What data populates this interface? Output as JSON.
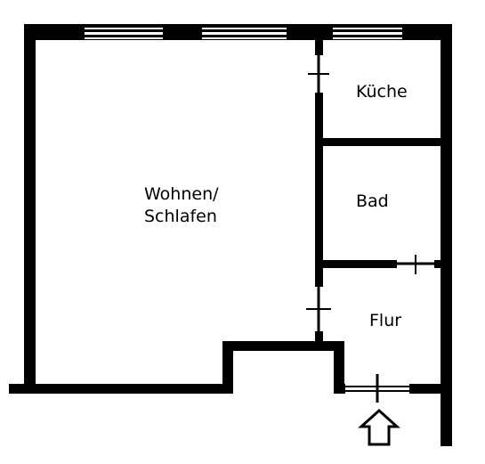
{
  "rooms": {
    "wohnen": {
      "line1": "Wohnen/",
      "line2": "Schlafen"
    },
    "kueche": {
      "label": "Küche"
    },
    "bad": {
      "label": "Bad"
    },
    "flur": {
      "label": "Flur"
    }
  },
  "colors": {
    "wall": "#000000",
    "background": "#ffffff"
  },
  "icons": {
    "entrance": "arrow-up-icon"
  }
}
